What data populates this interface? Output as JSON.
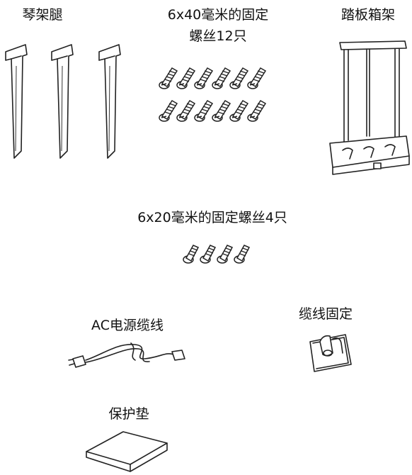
{
  "items": {
    "legs": {
      "label": "琴架腿"
    },
    "screws_40": {
      "label_line1": "6x40毫米的固定",
      "label_line2": "螺丝12只"
    },
    "pedal_bracket": {
      "label": "踏板箱架"
    },
    "screws_20": {
      "label": "6x20毫米的固定螺丝4只"
    },
    "ac_cable": {
      "label": "AC电源缆线"
    },
    "cable_clamp": {
      "label": "缆线固定"
    },
    "pad": {
      "label": "保护垫"
    }
  }
}
